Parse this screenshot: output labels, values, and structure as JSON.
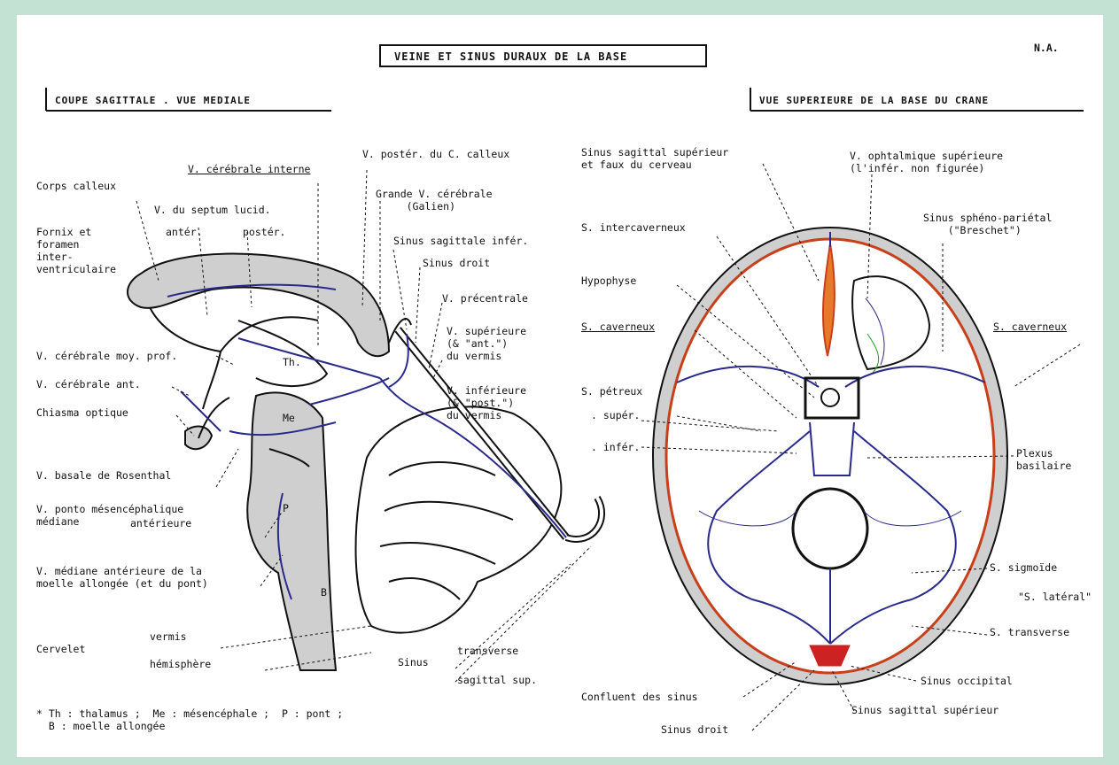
{
  "title": "VEINE ET SINUS DURAUX DE LA BASE",
  "author": "N.A.",
  "left_panel": {
    "heading": "COUPE SAGITTALE . VUE MEDIALE",
    "labels": {
      "corps_calleux": "Corps calleux",
      "septum": "V. du septum lucid.",
      "anter": "antér.",
      "poster": "postér.",
      "fornix": "Fornix et\nforamen\ninter-\nventriculaire",
      "cerebrale_interne": "V. cérébrale interne",
      "poster_c_calleux": "V. postér. du C. calleux",
      "grande_v": "Grande V. cérébrale\n     (Galien)",
      "sinus_sag_infer": "Sinus sagittale infér.",
      "sinus_droit": "Sinus droit",
      "precentrale": "V. précentrale",
      "superieure_vermis": "V. supérieure\n(& \"ant.\")\ndu vermis",
      "inferieure_vermis": "V. inférieure\n(& \"post.\")\ndu vermis",
      "cerebrale_moy": "V. cérébrale moy. prof.",
      "cerebrale_ant": "V. cérébrale ant.",
      "chiasma": "Chiasma optique",
      "basale": "V. basale de Rosenthal",
      "ponto": "V. ponto mésencéphalique\nmédiane",
      "anterieure": "antérieure",
      "mediane_ant": "V. médiane antérieure de la\nmoelle allongée (et du pont)",
      "cervelet": "Cervelet",
      "vermis": "vermis",
      "hemisphere": "hémisphère",
      "sinus": "Sinus",
      "transverse": "transverse",
      "sagittal_sup": "sagittal sup.",
      "th": "Th.",
      "me": "Me",
      "p": "P",
      "b": "B"
    },
    "footnote": "* Th : thalamus ;  Me : mésencéphale ;  P : pont ;\n  B : moelle allongée"
  },
  "right_panel": {
    "heading": "VUE SUPERIEURE DE LA BASE DU CRANE",
    "labels": {
      "sinus_sag_sup_faux": "Sinus sagittal supérieur\net faux du cerveau",
      "ophtalmique": "V. ophtalmique supérieure\n(l'infér. non figurée)",
      "spheno": "Sinus sphéno-pariétal\n    (\"Breschet\")",
      "intercaverneux": "S. intercaverneux",
      "hypophyse": "Hypophyse",
      "caverneux_left": "S. caverneux",
      "caverneux_right": "S. caverneux",
      "petreux": "S. pétreux",
      "super": ". supér.",
      "infer": ". infér.",
      "plexus": "Plexus\nbasilaire",
      "sigmoide": "S. sigmoïde",
      "lateral": "\"S. latéral\"",
      "s_transverse": "S. transverse",
      "confluent": "Confluent des sinus",
      "occipital": "Sinus occipital",
      "sag_sup": "Sinus sagittal supérieur",
      "droit": "Sinus droit"
    }
  },
  "colors": {
    "background": "#c4e2d4",
    "vein": "#2a2a8c",
    "sinus": "#c8401a",
    "red": "#cc2222",
    "shade": "#cfcfcf"
  }
}
